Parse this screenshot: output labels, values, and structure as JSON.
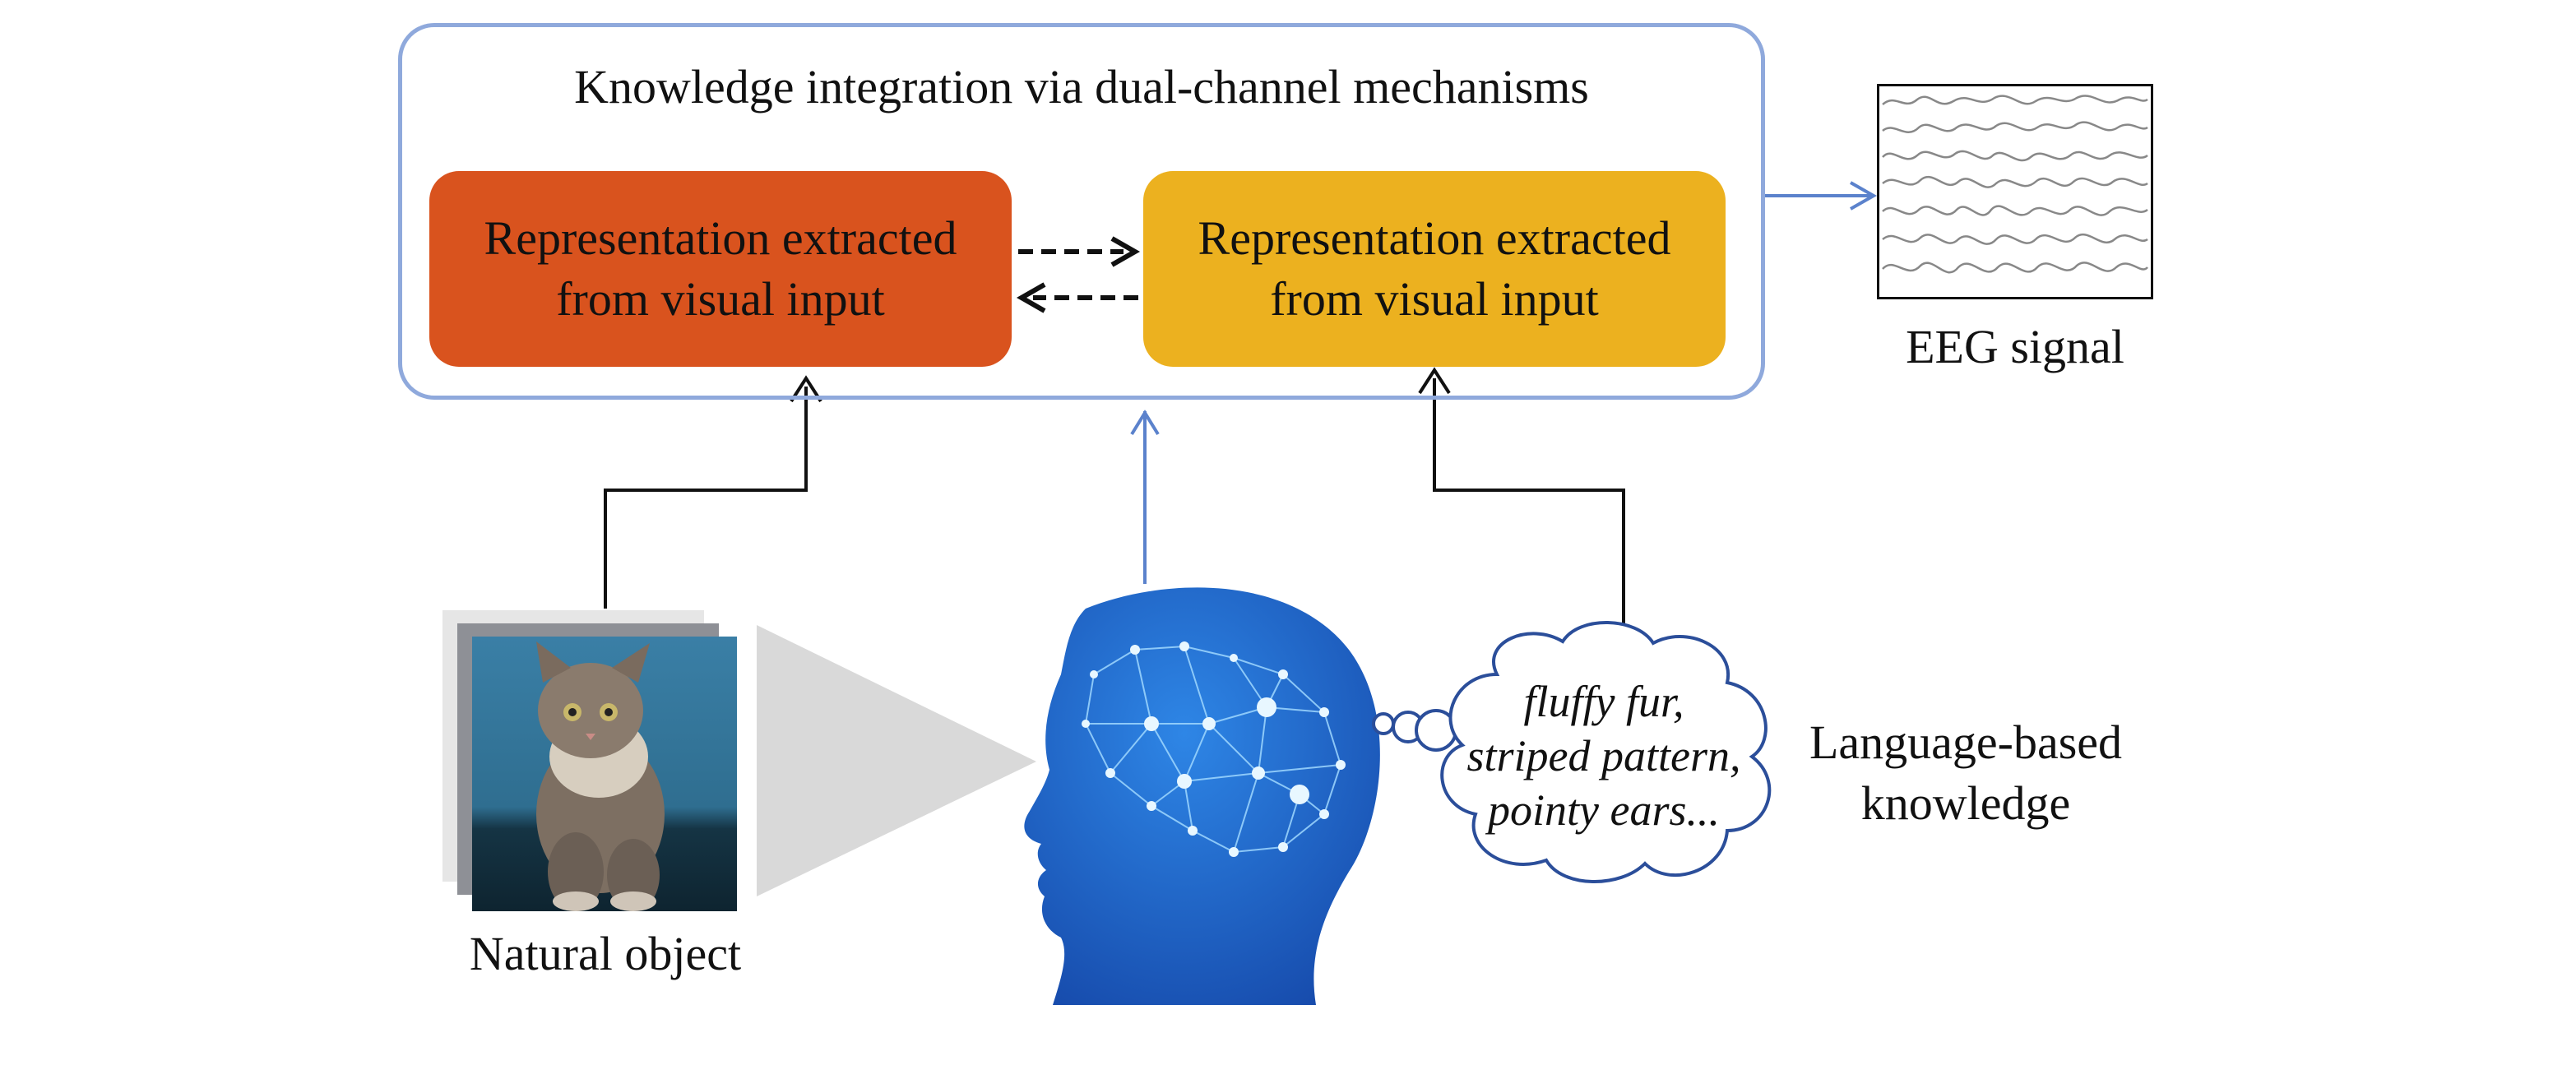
{
  "diagram": {
    "title": "Knowledge integration via dual-channel mechanisms",
    "visual_box_line1": "Representation extracted",
    "visual_box_line2": "from visual input",
    "language_box_line1": "Representation extracted",
    "language_box_line2": "from visual input",
    "eeg_label": "EEG signal",
    "natural_object_label": "Natural object",
    "language_label_line1": "Language-based",
    "language_label_line2": "knowledge",
    "bubble_line1": "fluffy fur,",
    "bubble_line2": "striped pattern,",
    "bubble_line3": "pointy ears..."
  },
  "colors": {
    "visual_box": "#d9531e",
    "language_box": "#ecb11f",
    "outline_blue": "#8fa9dc",
    "arrow_blue": "#5b82cc",
    "head_blue": "#1f63c4"
  },
  "icons": [
    "cat-photo",
    "head-brain-icon",
    "thought-bubble",
    "eeg-waveform"
  ]
}
